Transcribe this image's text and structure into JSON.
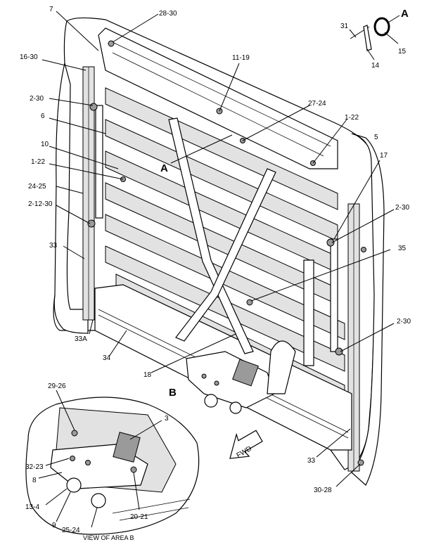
{
  "labels": {
    "l7": "7",
    "l28_30_top": "28-30",
    "l16_30": "16-30",
    "l11_19": "11-19",
    "l2_30_left": "2-30",
    "l6": "6",
    "l27_24": "27-24",
    "l1_22_right": "1-22",
    "l5": "5",
    "l10": "10",
    "l1_22_left": "1-22",
    "lA_mid": "A",
    "l17": "17",
    "l24_25": "24-25",
    "l2_12_30": "2-12-30",
    "l2_30_right_top": "2-30",
    "l33_left": "33",
    "l35": "35",
    "l2_30_right_bottom": "2-30",
    "l33A": "33A",
    "l34": "34",
    "l18": "18",
    "lB": "B",
    "l29_26": "29-26",
    "l3": "3",
    "l32_23": "32-23",
    "l8": "8",
    "l13_4": "13-4",
    "l9": "9",
    "l25_24": "25-24",
    "l20_21": "20-21",
    "l33_right": "33",
    "l30_28": "30-28",
    "l31": "31",
    "l14": "14",
    "l15": "15",
    "lA_top": "A",
    "fwd": "FWD",
    "view_caption": "VIEW OF AREA B"
  }
}
